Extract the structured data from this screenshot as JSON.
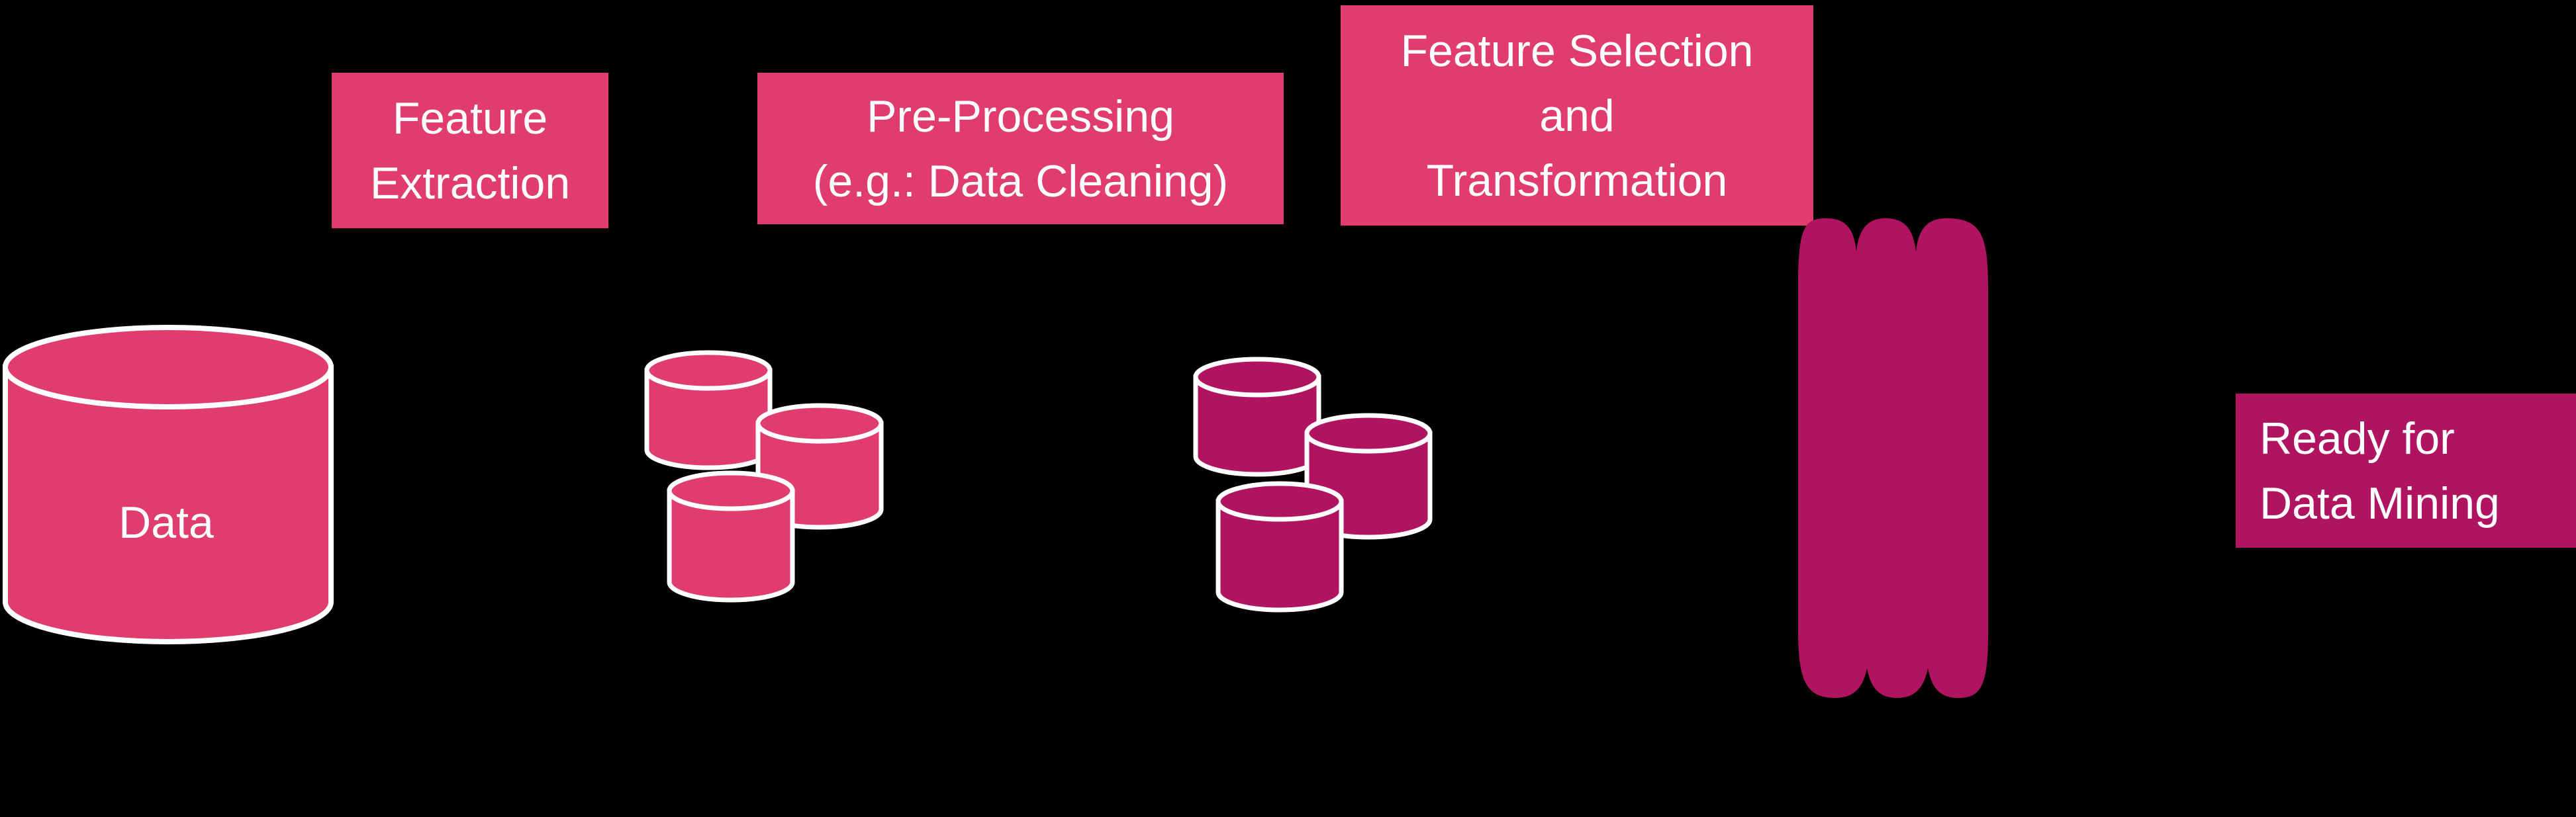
{
  "diagram": {
    "colors": {
      "background": "#000000",
      "pink": "#E03C6E",
      "magenta": "#B0135F",
      "text": "#FFFFFF",
      "stroke": "#FFFFFF"
    },
    "data_store_label": "Data",
    "steps": [
      {
        "id": "extraction",
        "label": "Feature\nExtraction"
      },
      {
        "id": "preprocessing",
        "label": "Pre-Processing\n(e.g.: Data Cleaning)"
      },
      {
        "id": "selection",
        "label": "Feature Selection\nand\nTransformation"
      },
      {
        "id": "ready",
        "label": "Ready for\nData Mining"
      }
    ]
  }
}
